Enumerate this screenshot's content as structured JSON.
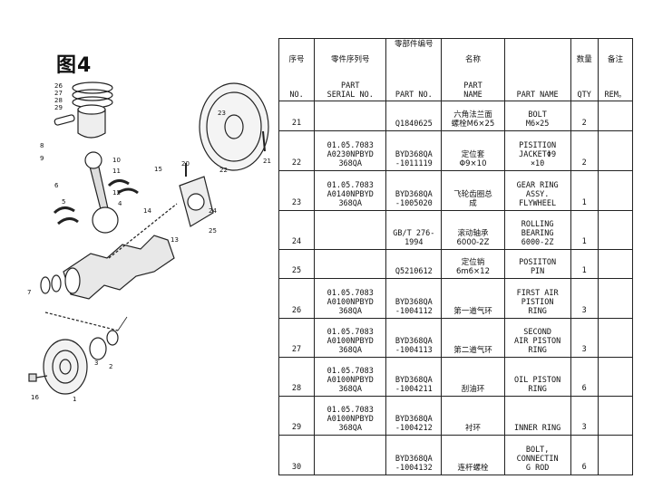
{
  "figure": {
    "title": "图4"
  },
  "table": {
    "header_cn": [
      "序号",
      "零件序列号",
      "零部件编号",
      "名称",
      "",
      "数量",
      "备注"
    ],
    "header_en": [
      "NO.",
      "PART\nSERIAL NO.",
      "PART NO.",
      "PART\nNAME",
      "PART NAME",
      "QTY",
      "REM。"
    ],
    "rows": [
      {
        "no": "21",
        "serial": "",
        "part_no": "Q1840625",
        "name_cn": "六角法兰面\n螺栓M6×25",
        "name_en": "BOLT\nM6×25",
        "qty": "2",
        "rem": "",
        "h": 33
      },
      {
        "no": "22",
        "serial": "01.05.7083\nA0230NPBYD\n368QA",
        "part_no": "BYD368QA\n-1011119",
        "name_cn": "定位套\nΦ9×10",
        "name_en": "PISITION\nJACKETΦ9\n×10",
        "qty": "2",
        "rem": "",
        "h": 44
      },
      {
        "no": "23",
        "serial": "01.05.7083\nA0140NPBYD\n368QA",
        "part_no": "BYD368QA\n-1005020",
        "name_cn": "飞轮齿圈总\n成",
        "name_en": "GEAR RING\nASSY.\nFLYWHEEL",
        "qty": "1",
        "rem": "",
        "h": 44
      },
      {
        "no": "24",
        "serial": "",
        "part_no": "GB/T 276-\n1994",
        "name_cn": "滚动轴承\n6000-2Z",
        "name_en": "ROLLING\nBEARING\n6000-2Z",
        "qty": "1",
        "rem": "",
        "h": 43
      },
      {
        "no": "25",
        "serial": "",
        "part_no": "Q5210612",
        "name_cn": "定位销\n6m6×12",
        "name_en": "POSIITON\nPIN",
        "qty": "1",
        "rem": "",
        "h": 32
      },
      {
        "no": "26",
        "serial": "01.05.7083\nA0100NPBYD\n368QA",
        "part_no": "BYD368QA\n-1004112",
        "name_cn": "第一道气环",
        "name_en": "FIRST AIR\nPISTION\nRING",
        "qty": "3",
        "rem": "",
        "h": 44
      },
      {
        "no": "27",
        "serial": "01.05.7083\nA0100NPBYD\n368QA",
        "part_no": "BYD368QA\n-1004113",
        "name_cn": "第二道气环",
        "name_en": "SECOND\nAIR PISTON\nRING",
        "qty": "3",
        "rem": "",
        "h": 43
      },
      {
        "no": "28",
        "serial": "01.05.7083\nA0100NPBYD\n368QA",
        "part_no": "BYD368QA\n-1004211",
        "name_cn": "刮油环",
        "name_en": "OIL PISTON\nRING",
        "qty": "6",
        "rem": "",
        "h": 43
      },
      {
        "no": "29",
        "serial": "01.05.7083\nA0100NPBYD\n368QA",
        "part_no": "BYD368QA\n-1004212",
        "name_cn": "衬环",
        "name_en": "INNER RING",
        "qty": "3",
        "rem": "",
        "h": 43
      },
      {
        "no": "30",
        "serial": "",
        "part_no": "BYD368QA\n-1004132",
        "name_cn": "连杆螺栓",
        "name_en": "BOLT,\nCONNECTIN\nG ROD",
        "qty": "6",
        "rem": "",
        "h": 44
      }
    ]
  },
  "diagram": {
    "callouts": [
      "26",
      "27",
      "28",
      "29",
      "23",
      "22",
      "21",
      "8",
      "9",
      "10",
      "11",
      "12",
      "20",
      "15",
      "6",
      "5",
      "14",
      "13",
      "4",
      "25",
      "24",
      "7",
      "1",
      "2",
      "3",
      "16"
    ]
  }
}
